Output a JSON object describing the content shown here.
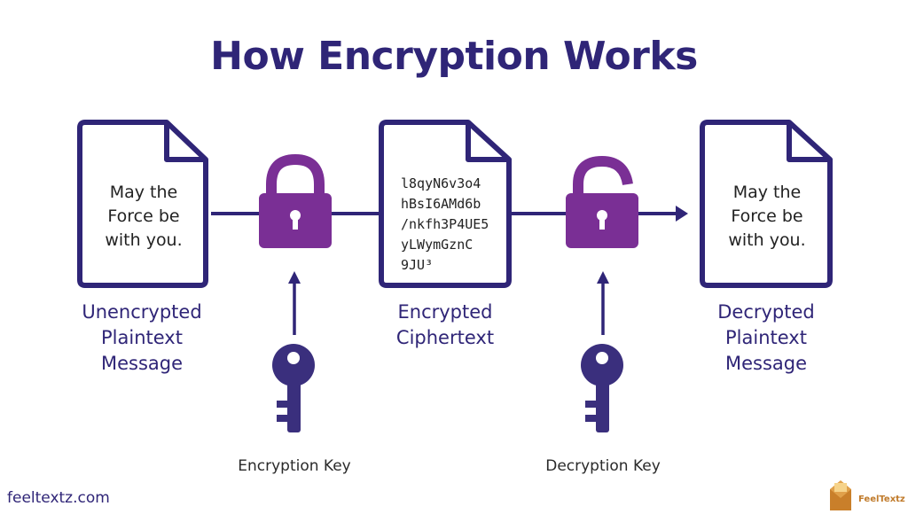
{
  "title": "How Encryption Works",
  "plaintext_message": [
    "May the",
    "Force be",
    "with you."
  ],
  "ciphertext_lines": [
    "l8qyN6v3o4",
    "hBsI6AMd6b",
    "/nkfh3P4UE5",
    "yLWymGznC",
    "9JU³"
  ],
  "captions": {
    "left": [
      "Unencrypted",
      "Plaintext",
      "Message"
    ],
    "middle": [
      "Encrypted",
      "Ciphertext"
    ],
    "right": [
      "Decrypted",
      "Plaintext",
      "Message"
    ]
  },
  "key_labels": {
    "encryption": "Encryption Key",
    "decryption": "Decryption Key"
  },
  "footer": {
    "site": "feeltextz.com",
    "brand": "FeelTextz"
  },
  "colors": {
    "navy": "#2f2577",
    "purple": "#7a2f95",
    "key": "#3a2f7d",
    "brand_orange": "#e0a04a"
  },
  "icons": {
    "document": "document-icon",
    "lock_closed": "lock-closed-icon",
    "lock_open": "lock-open-icon",
    "key": "key-icon"
  }
}
